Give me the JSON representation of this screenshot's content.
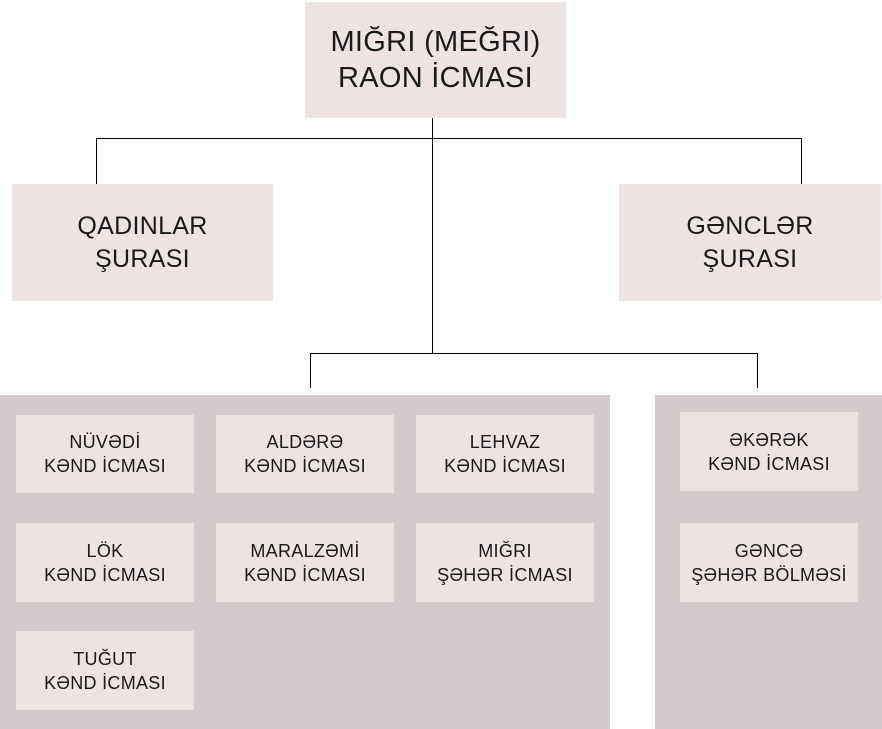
{
  "root": {
    "line1": "MIĞRI (MEĞRI)",
    "line2": "RAON İCMASI"
  },
  "left_council": {
    "line1": "QADINLAR",
    "line2": "ŞURASI"
  },
  "right_council": {
    "line1": "GƏNCLƏR",
    "line2": "ŞURASI"
  },
  "left_group": {
    "items": [
      {
        "line1": "NÜVƏDİ",
        "line2": "KƏND İCMASI"
      },
      {
        "line1": "ALDƏRƏ",
        "line2": "KƏND İCMASI"
      },
      {
        "line1": "LEHVAZ",
        "line2": "KƏND İCMASI"
      },
      {
        "line1": "LÖK",
        "line2": "KƏND İCMASI"
      },
      {
        "line1": "MARALZƏMİ",
        "line2": "KƏND İCMASI"
      },
      {
        "line1": "MIĞRI",
        "line2": "ŞƏHƏR İCMASI"
      },
      {
        "line1": "TUĞUT",
        "line2": "KƏND İCMASI"
      }
    ]
  },
  "right_group": {
    "items": [
      {
        "line1": "ƏKƏRƏK",
        "line2": "KƏND İCMASI"
      },
      {
        "line1": "GƏNCƏ",
        "line2": "ŞƏHƏR BÖLMƏSİ"
      }
    ]
  },
  "colors": {
    "box_fill": "#ede3e3",
    "group_fill": "#d3cacb",
    "connector": "#000000"
  }
}
